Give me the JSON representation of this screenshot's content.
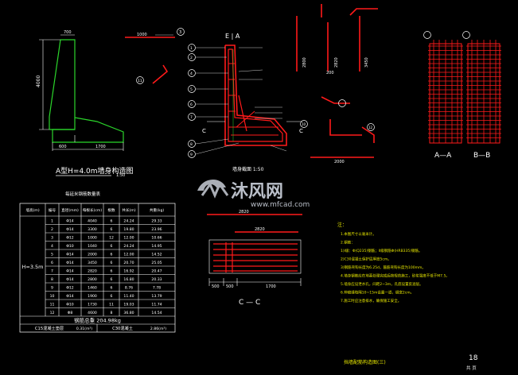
{
  "drawing": {
    "title_a": "A型H=4.0m墙身构造图",
    "title_a_scale": "1:50",
    "section_ea": "E | A",
    "section_aa": "A—A",
    "section_bb": "B—B",
    "section_cc": "C — C",
    "cc_scale_title": "墙身截面 1:50",
    "sheet_number": "18",
    "sheet_footer": "共 页",
    "bottom_title": "挡墙配筋构造图(三)",
    "watermark_cn": "沐风网",
    "watermark_url": "www.mfcad.com",
    "notes_title": "注：",
    "notes": [
      "1.本图尺寸以毫米计。",
      "2.钢筋：",
      "1)I级：Φ(Q235)钢筋；II级钢筋Φ(HRB335)钢筋。",
      "2)C30混凝土保护层厚度5cm。",
      "3)钢筋弯钩长度为6.25d，箍筋弯钩长度为100mm。",
      "4.墙身钢筋应在地基处理完成后按规范施工，砂浆强度不低于M7.5。",
      "5.墙身应设泄水孔，间距2~3m，孔底设置反滤层。",
      "6.伸缩缝每隔10~15m设置一道，缝宽2cm。",
      "7.施工时应注意排水，确保施工安全。"
    ]
  },
  "dims": {
    "a_height": "4000",
    "a_base": "1700",
    "a_top": "700",
    "a_small": "600",
    "bar_len_1": "1000",
    "bar_len_2": "2800",
    "bar_len_3": "2820",
    "bar_len_4": "3450",
    "bar_len_5": "2000",
    "bar_len_6": "200",
    "cc_left": "500",
    "cc_mid": "500",
    "cc_right": "1700",
    "cc_top": "2820",
    "cc_top2": "2820"
  },
  "bar_marks": [
    "1",
    "2",
    "3",
    "4",
    "5",
    "6",
    "7",
    "8",
    "9",
    "10",
    "11",
    "12"
  ],
  "section_labels": [
    "C",
    "C"
  ],
  "rebar_table": {
    "title": "每延米钢筋数量表",
    "headers": [
      "墙高(m)",
      "编号",
      "直径(mm)",
      "每根长(cm)",
      "根数",
      "共长(m)",
      "共重(kg)"
    ],
    "wall_height": "H=3.5m",
    "rows": [
      [
        "1",
        "Φ14",
        "4040",
        "6",
        "24.24",
        "29.33"
      ],
      [
        "2",
        "Φ14",
        "3300",
        "6",
        "19.80",
        "23.96"
      ],
      [
        "3",
        "Φ12",
        "1000",
        "12",
        "12.00",
        "10.66"
      ],
      [
        "4",
        "Φ10",
        "1040",
        "6",
        "24.24",
        "14.95"
      ],
      [
        "5",
        "Φ14",
        "2000",
        "6",
        "12.00",
        "14.52"
      ],
      [
        "6",
        "Φ14",
        "3450",
        "6",
        "20.70",
        "25.05"
      ],
      [
        "7",
        "Φ14",
        "2820",
        "6",
        "16.92",
        "20.47"
      ],
      [
        "8",
        "Φ14",
        "2800",
        "6",
        "16.80",
        "20.33"
      ],
      [
        "9",
        "Φ12",
        "1460",
        "6",
        "8.76",
        "7.78"
      ],
      [
        "10",
        "Φ14",
        "1900",
        "6",
        "11.40",
        "13.79"
      ],
      [
        "11",
        "Φ10",
        "1730",
        "11",
        "19.03",
        "11.74"
      ],
      [
        "12",
        "Φ8",
        "4600",
        "8",
        "36.80",
        "14.54"
      ]
    ],
    "total_label": "钢筋总重 204.98kg",
    "c15_label": "C15混凝土垫层",
    "c15_value": "0.31(m³)",
    "c30_label": "C30混凝土",
    "c30_value": "2.86(m³)"
  }
}
